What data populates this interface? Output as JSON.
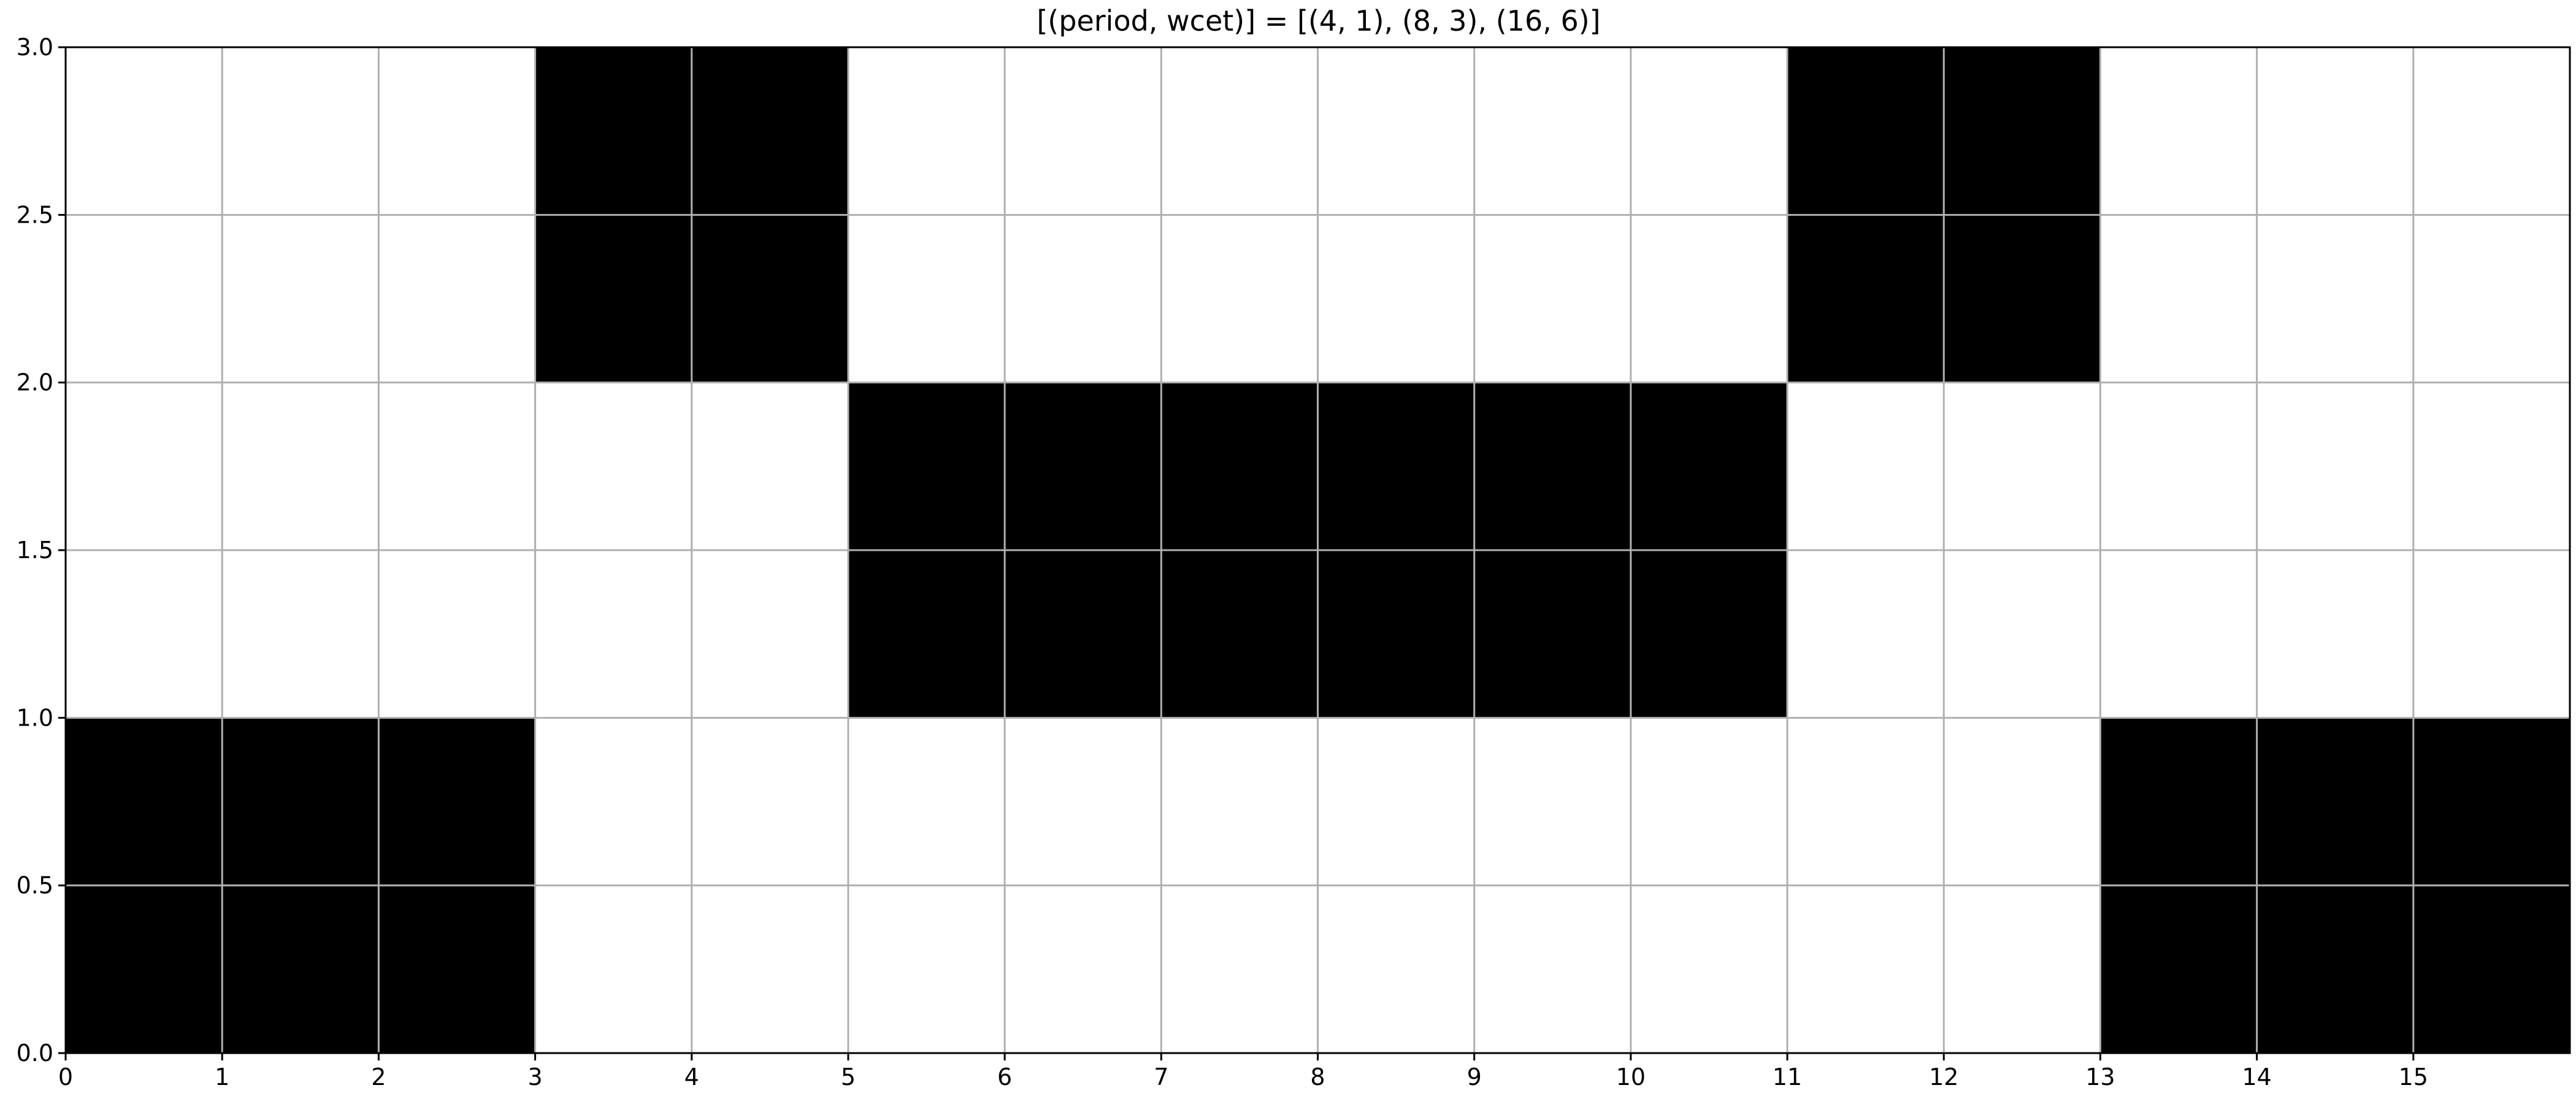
{
  "chart_data": {
    "type": "heatmap",
    "title": "[(period, wcet)] = [(4, 1), (8, 3), (16, 6)]",
    "xlabel": "",
    "ylabel": "",
    "xlim": [
      0,
      16
    ],
    "ylim": [
      0,
      3
    ],
    "grid": true,
    "x_ticks": [
      0,
      1,
      2,
      3,
      4,
      5,
      6,
      7,
      8,
      9,
      10,
      11,
      12,
      13,
      14,
      15
    ],
    "x_tick_labels": [
      "0",
      "1",
      "2",
      "3",
      "4",
      "5",
      "6",
      "7",
      "8",
      "9",
      "10",
      "11",
      "12",
      "13",
      "14",
      "15"
    ],
    "y_ticks": [
      0,
      0.5,
      1.0,
      1.5,
      2.0,
      2.5,
      3.0
    ],
    "y_tick_labels": [
      "0.0",
      "0.5",
      "1.0",
      "1.5",
      "2.0",
      "2.5",
      "3.0"
    ],
    "colors": {
      "filled": "#000000",
      "empty": "#ffffff",
      "grid": "#b0b0b0",
      "axes": "#000000"
    },
    "cells": [
      {
        "x_start": 0,
        "x_end": 3,
        "y_start": 0,
        "y_end": 1
      },
      {
        "x_start": 3,
        "x_end": 5,
        "y_start": 2,
        "y_end": 3
      },
      {
        "x_start": 5,
        "x_end": 11,
        "y_start": 1,
        "y_end": 2
      },
      {
        "x_start": 11,
        "x_end": 13,
        "y_start": 2,
        "y_end": 3
      },
      {
        "x_start": 13,
        "x_end": 16,
        "y_start": 0,
        "y_end": 1
      }
    ]
  }
}
